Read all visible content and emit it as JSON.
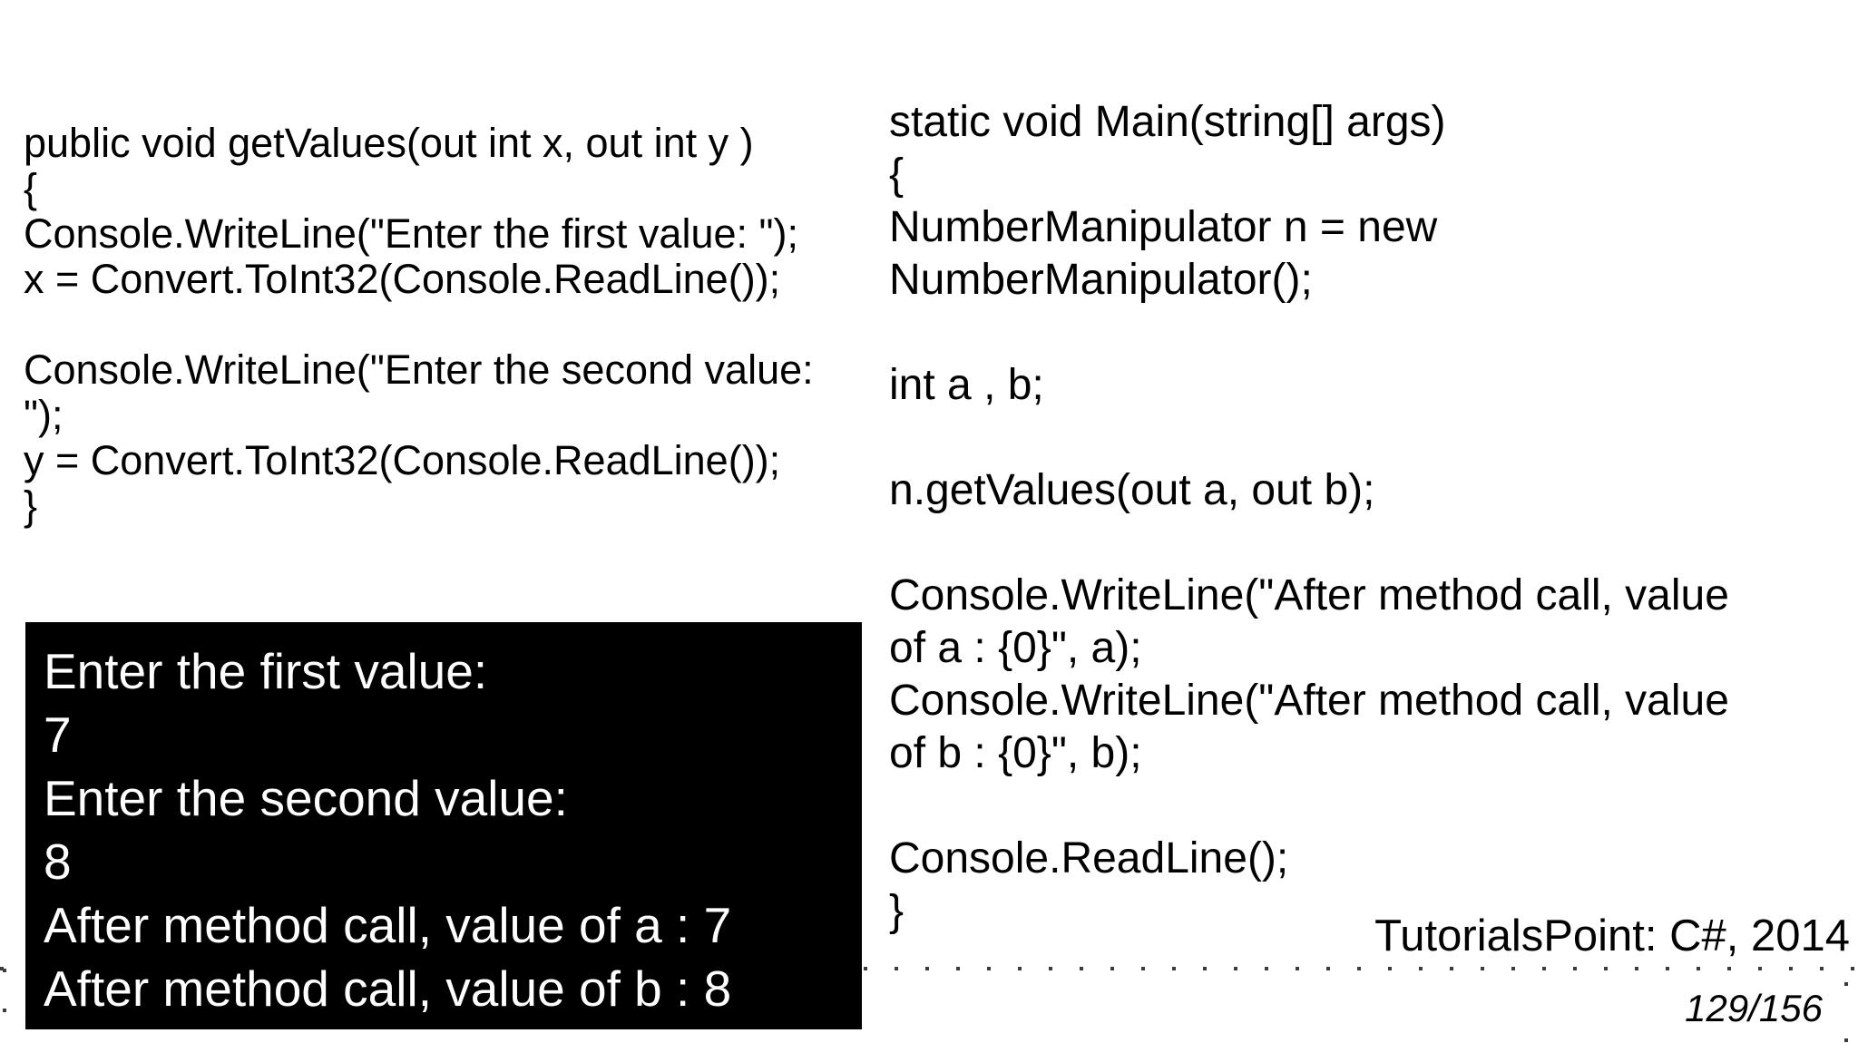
{
  "slide": {
    "left_code": {
      "lines": [
        "public void getValues(out int x, out int y )",
        "{",
        "Console.WriteLine(\"Enter the first value: \");",
        "x = Convert.ToInt32(Console.ReadLine());",
        "",
        "Console.WriteLine(\"Enter the second value:",
        "\");",
        "y = Convert.ToInt32(Console.ReadLine());",
        "}"
      ]
    },
    "right_code": {
      "lines": [
        "static void Main(string[] args)",
        "{",
        "NumberManipulator n = new",
        "NumberManipulator();",
        "",
        "int a , b;",
        "",
        "n.getValues(out a, out b);",
        "",
        "Console.WriteLine(\"After method call, value",
        "of a : {0}\", a);",
        "Console.WriteLine(\"After method call, value",
        "of b : {0}\", b);",
        "",
        "Console.ReadLine();",
        "}"
      ]
    },
    "console_output": {
      "lines": [
        "Enter the first value:",
        "7",
        "Enter the second value:",
        "8",
        "After method call, value of a : 7",
        "After method call, value of b : 8"
      ]
    },
    "footer": {
      "attribution": "TutorialsPoint: C#, 2014",
      "page_number": "129/156"
    },
    "colors": {
      "background": "#ffffff",
      "code_text": "#000000",
      "console_background": "#000000",
      "console_text": "#ffffff",
      "separator_dots": "#3c3c3c"
    }
  }
}
